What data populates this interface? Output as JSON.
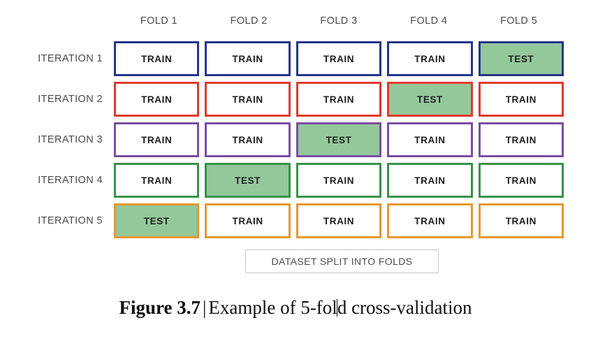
{
  "figure": {
    "fold_headers": [
      "FOLD 1",
      "FOLD 2",
      "FOLD 3",
      "FOLD 4",
      "FOLD 5"
    ],
    "split_box_label": "DATASET SPLIT INTO FOLDS",
    "caption": {
      "label": "Figure 3.7",
      "separator": "|",
      "text_before_cursor": "Example of 5-fol",
      "text_after_cursor": "d cross-validation"
    },
    "cell_labels": {
      "train": "TRAIN",
      "test": "TEST"
    },
    "colors": {
      "iteration_1_border": "#27348b",
      "iteration_2_border": "#e03a2f",
      "iteration_3_border": "#7b4ea3",
      "iteration_4_border": "#38924a",
      "iteration_5_border": "#e8972e",
      "test_fill": "#93c89b",
      "train_fill": "#ffffff",
      "label_text": "#4a4a4a",
      "split_box_border": "#c9c9c9"
    },
    "rows": [
      {
        "label": "ITERATION 1",
        "border_color": "#27348b",
        "cells": [
          "TRAIN",
          "TRAIN",
          "TRAIN",
          "TRAIN",
          "TEST"
        ]
      },
      {
        "label": "ITERATION 2",
        "border_color": "#e03a2f",
        "cells": [
          "TRAIN",
          "TRAIN",
          "TRAIN",
          "TEST",
          "TRAIN"
        ]
      },
      {
        "label": "ITERATION 3",
        "border_color": "#7b4ea3",
        "cells": [
          "TRAIN",
          "TRAIN",
          "TEST",
          "TRAIN",
          "TRAIN"
        ]
      },
      {
        "label": "ITERATION 4",
        "border_color": "#38924a",
        "cells": [
          "TRAIN",
          "TEST",
          "TRAIN",
          "TRAIN",
          "TRAIN"
        ]
      },
      {
        "label": "ITERATION 5",
        "border_color": "#e8972e",
        "cells": [
          "TEST",
          "TRAIN",
          "TRAIN",
          "TRAIN",
          "TRAIN"
        ]
      }
    ]
  }
}
